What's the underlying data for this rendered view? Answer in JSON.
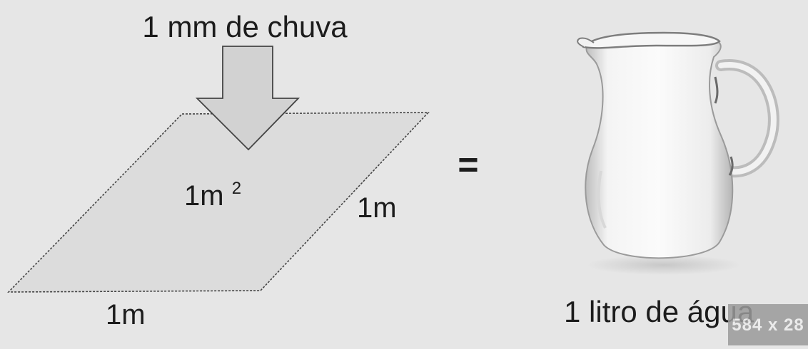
{
  "diagram": {
    "rain_label": "1 mm de chuva",
    "area_label": "1m",
    "area_superscript": "2",
    "side_label": "1m",
    "bottom_label": "1m",
    "equals_sign": "=",
    "result_label": "1 litro de água",
    "arrow_icon": "down-arrow-icon",
    "jug_icon": "water-jug-icon"
  },
  "badge": {
    "text": "584 x 28"
  },
  "colors": {
    "background": "#e6e6e6",
    "plane_fill": "#dcdcdc",
    "arrow_fill": "#d2d2d2",
    "outline": "#444444",
    "text": "#1c1c1c"
  }
}
